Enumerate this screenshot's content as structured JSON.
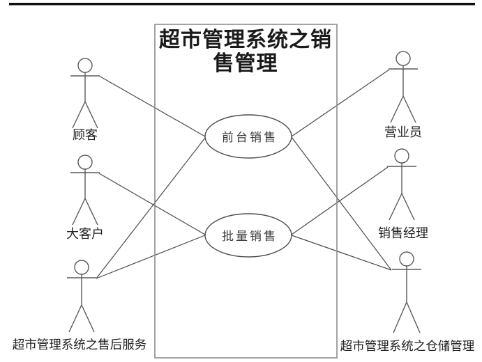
{
  "diagram": {
    "type": "uml-use-case-diagram",
    "system": {
      "title": "超市管理系统之销售管理",
      "title_lines": [
        "超市管理系统之销",
        "售管理"
      ]
    },
    "use_cases": [
      {
        "id": "front-desk-sales",
        "label": "前台销售"
      },
      {
        "id": "bulk-sales",
        "label": "批量销售"
      }
    ],
    "actors": [
      {
        "id": "customer",
        "label": "顾客",
        "side": "left"
      },
      {
        "id": "big-customer",
        "label": "大客户",
        "side": "left"
      },
      {
        "id": "after-sales-service",
        "label": "超市管理系统之售后服务",
        "side": "left"
      },
      {
        "id": "salesperson",
        "label": "营业员",
        "side": "right"
      },
      {
        "id": "sales-manager",
        "label": "销售经理",
        "side": "right"
      },
      {
        "id": "warehouse-management",
        "label": "超市管理系统之仓储管理",
        "side": "right"
      }
    ],
    "associations": [
      {
        "from": "顾客",
        "to": "前台销售"
      },
      {
        "from": "大客户",
        "to": "批量销售"
      },
      {
        "from": "超市管理系统之售后服务",
        "to": "前台销售"
      },
      {
        "from": "超市管理系统之售后服务",
        "to": "批量销售"
      },
      {
        "from": "营业员",
        "to": "前台销售"
      },
      {
        "from": "销售经理",
        "to": "批量销售"
      },
      {
        "from": "超市管理系统之仓储管理",
        "to": "前台销售"
      },
      {
        "from": "超市管理系统之仓储管理",
        "to": "批量销售"
      }
    ],
    "colors": {
      "background": "#ffffff",
      "association_line": "#4a4a4a",
      "boundary_border": "#8c8c8c",
      "text": "#1a1a1a",
      "top_rule": "#111111"
    }
  }
}
